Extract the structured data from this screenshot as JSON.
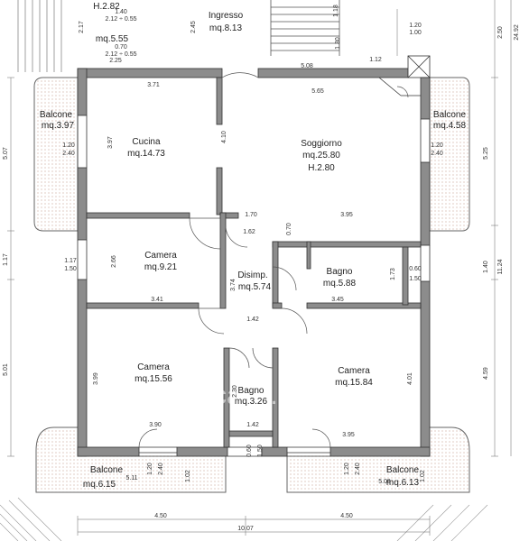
{
  "rooms": {
    "hall_area": "mq.5.55",
    "hall_height": "H.2.82",
    "ingresso_name": "Ingresso",
    "ingresso_area": "mq.8.13",
    "cucina_name": "Cucina",
    "cucina_area": "mq.14.73",
    "soggiorno_name": "Soggiorno",
    "soggiorno_area": "mq.25.80",
    "soggiorno_height": "H.2.80",
    "camera1_name": "Camera",
    "camera1_area": "mq.9.21",
    "disimp_name": "Disimp.",
    "disimp_area": "mq.5.74",
    "bagno1_name": "Bagno",
    "bagno1_area": "mq.5.88",
    "camera2_name": "Camera",
    "camera2_area": "mq.15.56",
    "bagno2_name": "Bagno",
    "bagno2_area": "mq.3.26",
    "camera3_name": "Camera",
    "camera3_area": "mq.15.84",
    "balc_w_name": "Balcone",
    "balc_w_area": "mq.3.97",
    "balc_e_name": "Balcone",
    "balc_e_area": "mq.4.58",
    "balc_sw_name": "Balcone",
    "balc_sw_area": "mq.6.15",
    "balc_se_name": "Balcone",
    "balc_se_area": "mq.6.13"
  },
  "dims": {
    "d_140": "1.40",
    "d_212a": "2.12 ÷ 0.55",
    "d_070": "0.70",
    "d_212b": "2.12 ÷ 0.55",
    "d_225": "2.25",
    "d_217": "2.17",
    "d_245": "2.45",
    "d_120t": "1.20",
    "d_100t": "1.00",
    "d_130": "1.30",
    "d_118": "1.18",
    "d_508": "5.08",
    "d_112": "1.12",
    "d_371": "3.71",
    "d_565": "5.65",
    "d_410": "4.10",
    "d_397": "3.97",
    "d_120w": "1.20",
    "d_240w": "2.40",
    "d_120e": "1.20",
    "d_240e": "2.40",
    "d_170": "1.70",
    "d_395": "3.95",
    "d_162": "1.62",
    "d_070b": "0.70",
    "d_266": "2.66",
    "d_117": "1.17",
    "d_150": "1.50",
    "d_374": "3.74",
    "d_173": "1.73",
    "d_060": "0.60",
    "d_150e": "1.50",
    "d_341": "3.41",
    "d_345": "3.45",
    "d_142a": "1.42",
    "d_399": "3.99",
    "d_401": "4.01",
    "d_230": "2.30",
    "d_142b": "1.42",
    "d_390": "3.90",
    "d_395b": "3.95",
    "d_060b": "0.60",
    "d_150b": "1.50",
    "d_120sw": "1.20",
    "d_240sw": "2.40",
    "d_120se": "1.20",
    "d_240se": "2.40",
    "d_511": "5.11",
    "d_102a": "1.02",
    "d_509": "5.09",
    "d_102b": "1.02",
    "d_450a": "4.50",
    "d_1007": "10.07",
    "d_450b": "4.50",
    "d_507": "5.07",
    "d_117l": "1.17",
    "d_501": "5.01",
    "d_250": "2.50",
    "d_2492": "24.92",
    "d_525": "5.25",
    "d_1124": "11.24",
    "d_140r": "1.40",
    "d_459": "4.59"
  },
  "watermark": "casa.it"
}
